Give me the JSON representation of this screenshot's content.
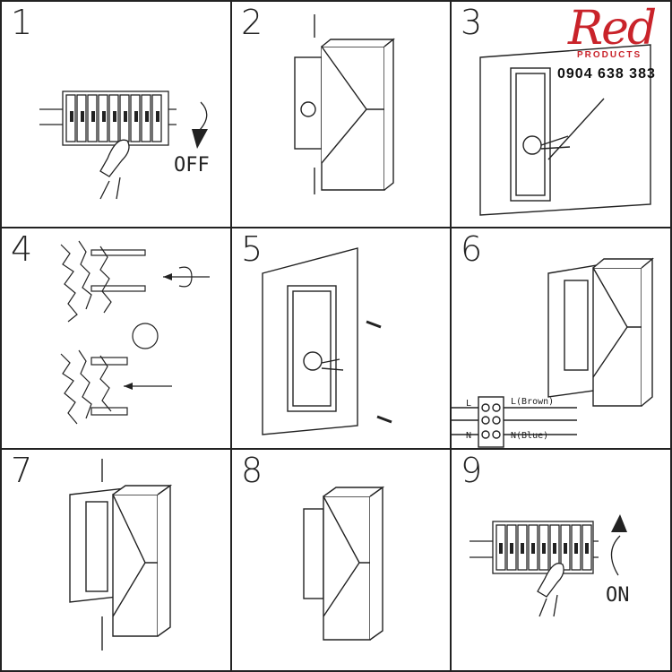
{
  "steps": [
    {
      "number": "1",
      "caption": "OFF"
    },
    {
      "number": "2"
    },
    {
      "number": "3"
    },
    {
      "number": "4"
    },
    {
      "number": "5"
    },
    {
      "number": "6"
    },
    {
      "number": "7"
    },
    {
      "number": "8"
    },
    {
      "number": "9",
      "caption": "ON"
    }
  ],
  "wiring": {
    "left_labels": [
      "L",
      "N"
    ],
    "right_labels": [
      "L(Brown)",
      "N(Blue)"
    ]
  },
  "brand": {
    "name": "Red",
    "tagline": "PRODUCTS",
    "phone": "0904 638 383",
    "color": "#c9232a"
  }
}
